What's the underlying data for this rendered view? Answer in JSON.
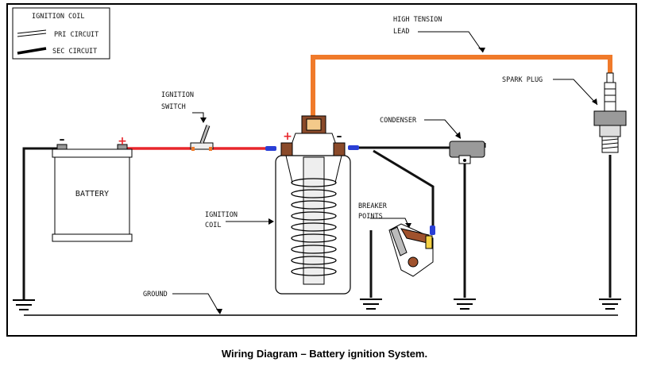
{
  "legend": {
    "title": "IGNITION COIL",
    "pri": "PRI CIRCUIT",
    "sec": "SEC CIRCUIT"
  },
  "labels": {
    "high_tension_line1": "HIGH TENSION",
    "high_tension_line2": "LEAD",
    "spark_plug": "SPARK PLUG",
    "ignition_switch_line1": "IGNITION",
    "ignition_switch_line2": "SWITCH",
    "condenser": "CONDENSER",
    "battery": "BATTERY",
    "ignition_coil_line1": "IGNITION",
    "ignition_coil_line2": "COIL",
    "breaker_points_line1": "BREAKER",
    "breaker_points_line2": "POINTS",
    "ground": "GROUND",
    "plus": "+",
    "minus": "–"
  },
  "caption": "Wiring Diagram – Battery ignition System.",
  "colors": {
    "primary_wire": "#e8262b",
    "secondary_wire": "#f07a2a",
    "ground_wire": "#111111",
    "connector_blue": "#2a3fd6",
    "terminal_brown": "#8a4a2a"
  }
}
